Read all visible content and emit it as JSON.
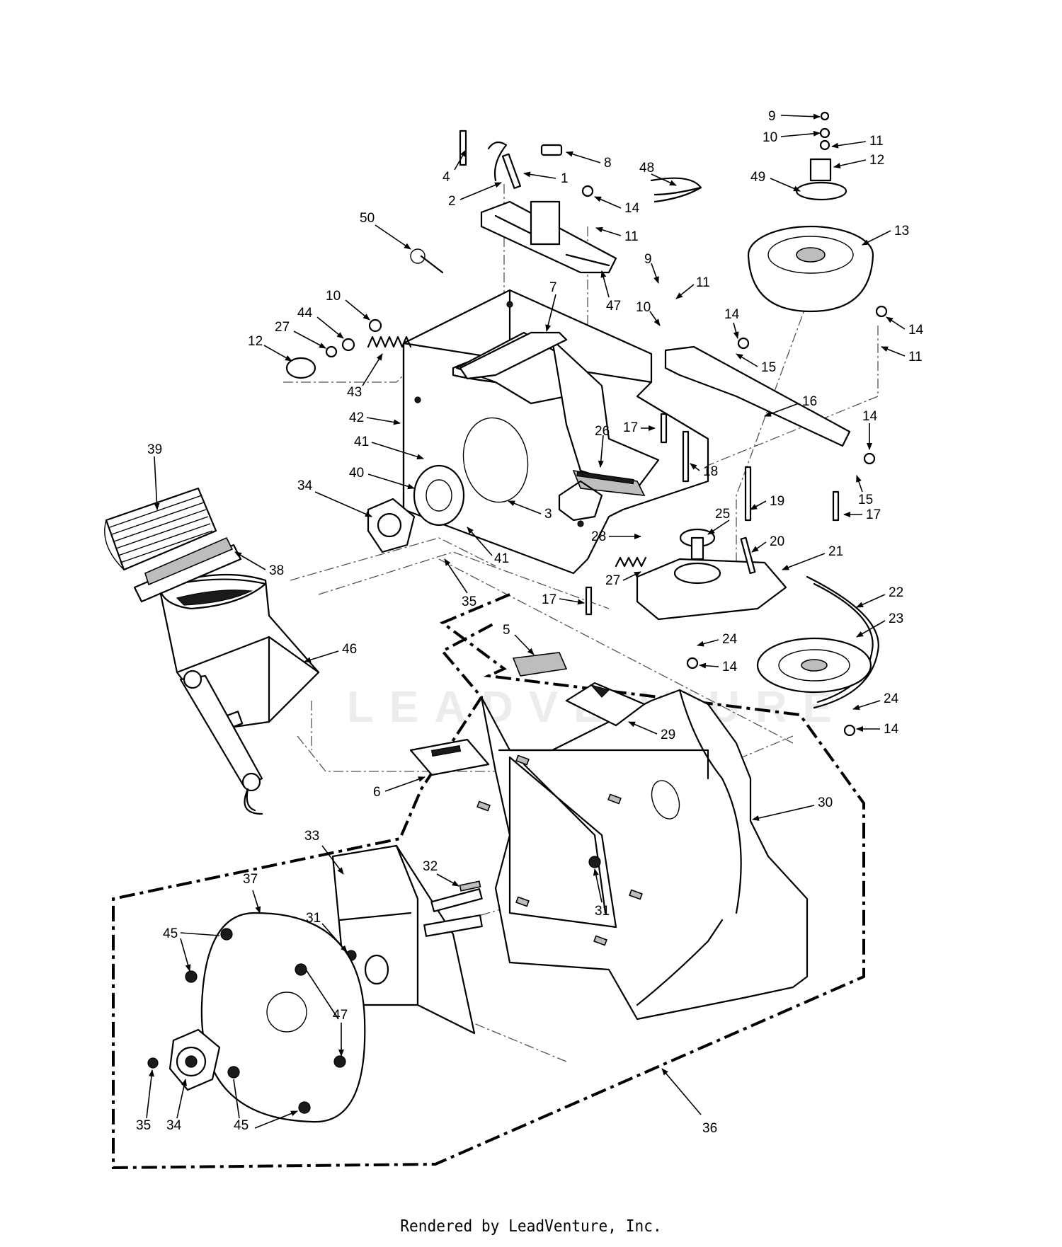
{
  "diagram": {
    "callouts": [
      "1",
      "2",
      "3",
      "4",
      "5",
      "6",
      "7",
      "8",
      "9",
      "10",
      "11",
      "12",
      "13",
      "14",
      "15",
      "16",
      "17",
      "18",
      "19",
      "20",
      "21",
      "22",
      "23",
      "24",
      "25",
      "26",
      "27",
      "28",
      "29",
      "30",
      "31",
      "32",
      "33",
      "34",
      "35",
      "36",
      "37",
      "38",
      "39",
      "40",
      "41",
      "42",
      "43",
      "44",
      "45",
      "46",
      "47",
      "48",
      "49",
      "50"
    ],
    "watermark": "LEADVENTURE"
  },
  "footer": {
    "text": "Rendered by LeadVenture, Inc."
  }
}
